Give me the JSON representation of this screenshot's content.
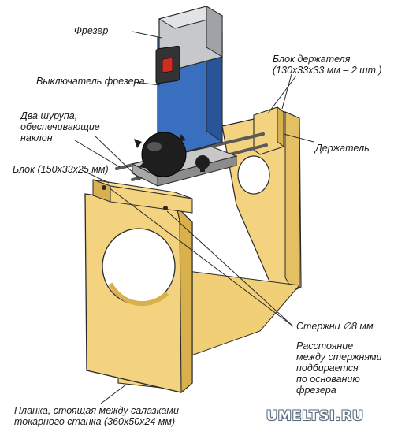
{
  "labels": {
    "router": "Фрезер",
    "router_switch": "Выключатель фрезера",
    "two_screws": "Два шурупа,\nобеспечивающие\nнаклон",
    "block_base": "Блок (150x33x25 мм)",
    "holder_block": "Блок держателя\n(130x33x33 мм – 2 шт.)",
    "holder": "Держатель",
    "rods": "Стержни ∅8 мм",
    "rods_note": "Расстояние\nмежду стержнями\nподбирается\nпо основанию\nфрезера",
    "plank": "Планка, стоящая между салазками\nтокарного станка (360x50x24 мм)"
  },
  "watermark": "UMELTSI.RU",
  "colors": {
    "wood": "#f3d37f",
    "wood_dark": "#d9b04e",
    "outline": "#2a2a2a",
    "motor_blue": "#3a6fc0",
    "motor_grey": "#b9bcc0",
    "plate": "#9a9a9a",
    "switch_red": "#d22b1f",
    "knob": "#1e1e1e"
  }
}
